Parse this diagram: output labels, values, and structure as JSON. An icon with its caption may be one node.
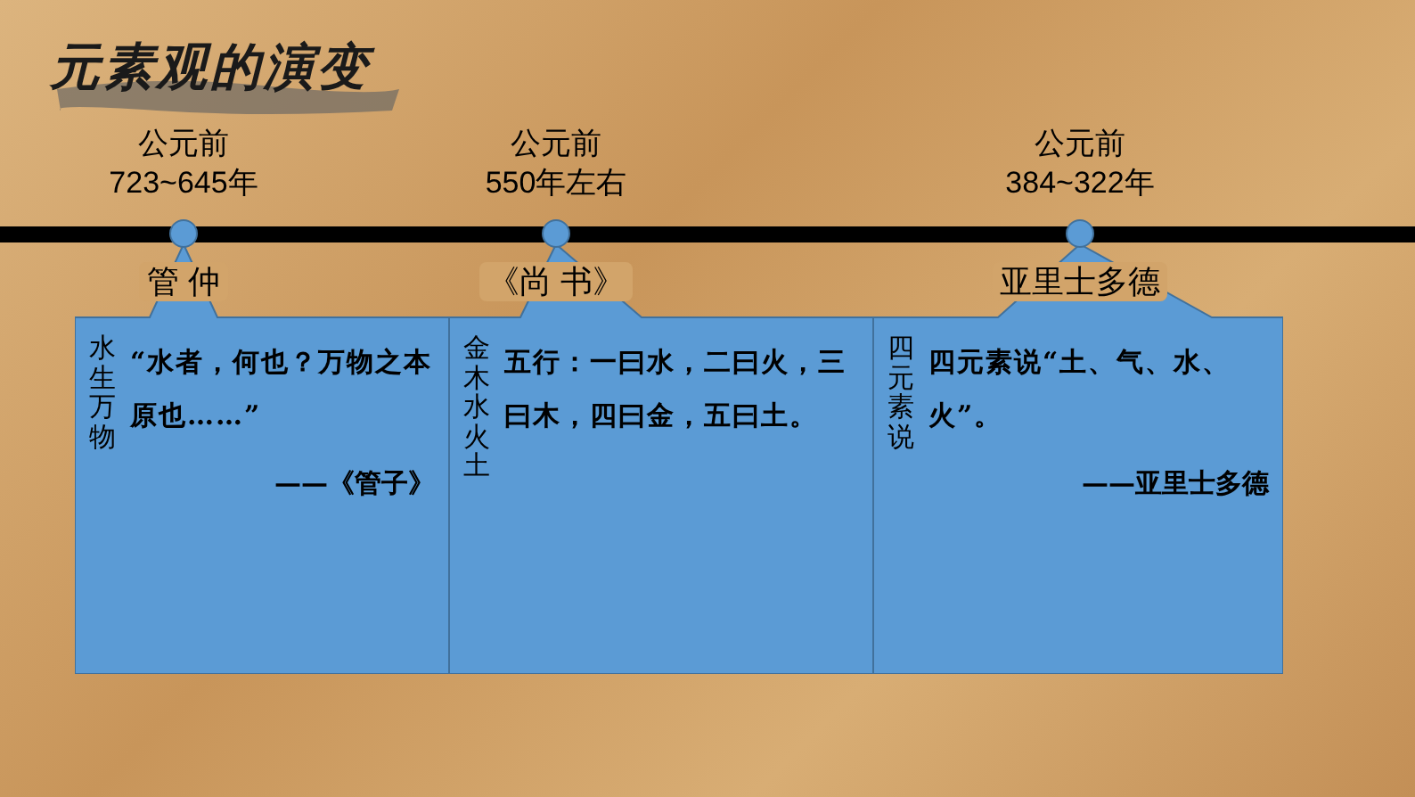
{
  "diagram": {
    "title": "元素观的演变",
    "nodes": [
      {
        "text": [],
        "shape": "circle",
        "beside": [
          "公元前",
          "723~645年"
        ]
      },
      {
        "text": [
          "管 仲",
          "水生万物",
          "“水者，何也？万物之本原也……”",
          "——《管子》"
        ]
      },
      {
        "text": [],
        "shape": "circle",
        "beside": [
          "公元前",
          "550年左右"
        ]
      },
      {
        "text": [
          "《尚 书》",
          "金木水火土",
          "五行：一曰水，二曰火，三曰木，四曰金，五曰土。"
        ]
      },
      {
        "text": [],
        "shape": "circle",
        "beside": [
          "公元前",
          "384~322年"
        ]
      },
      {
        "text": [
          "亚里士多德",
          "四元素说",
          "四元素说“土、气、水、火”。",
          "——亚里士多德"
        ]
      }
    ]
  }
}
